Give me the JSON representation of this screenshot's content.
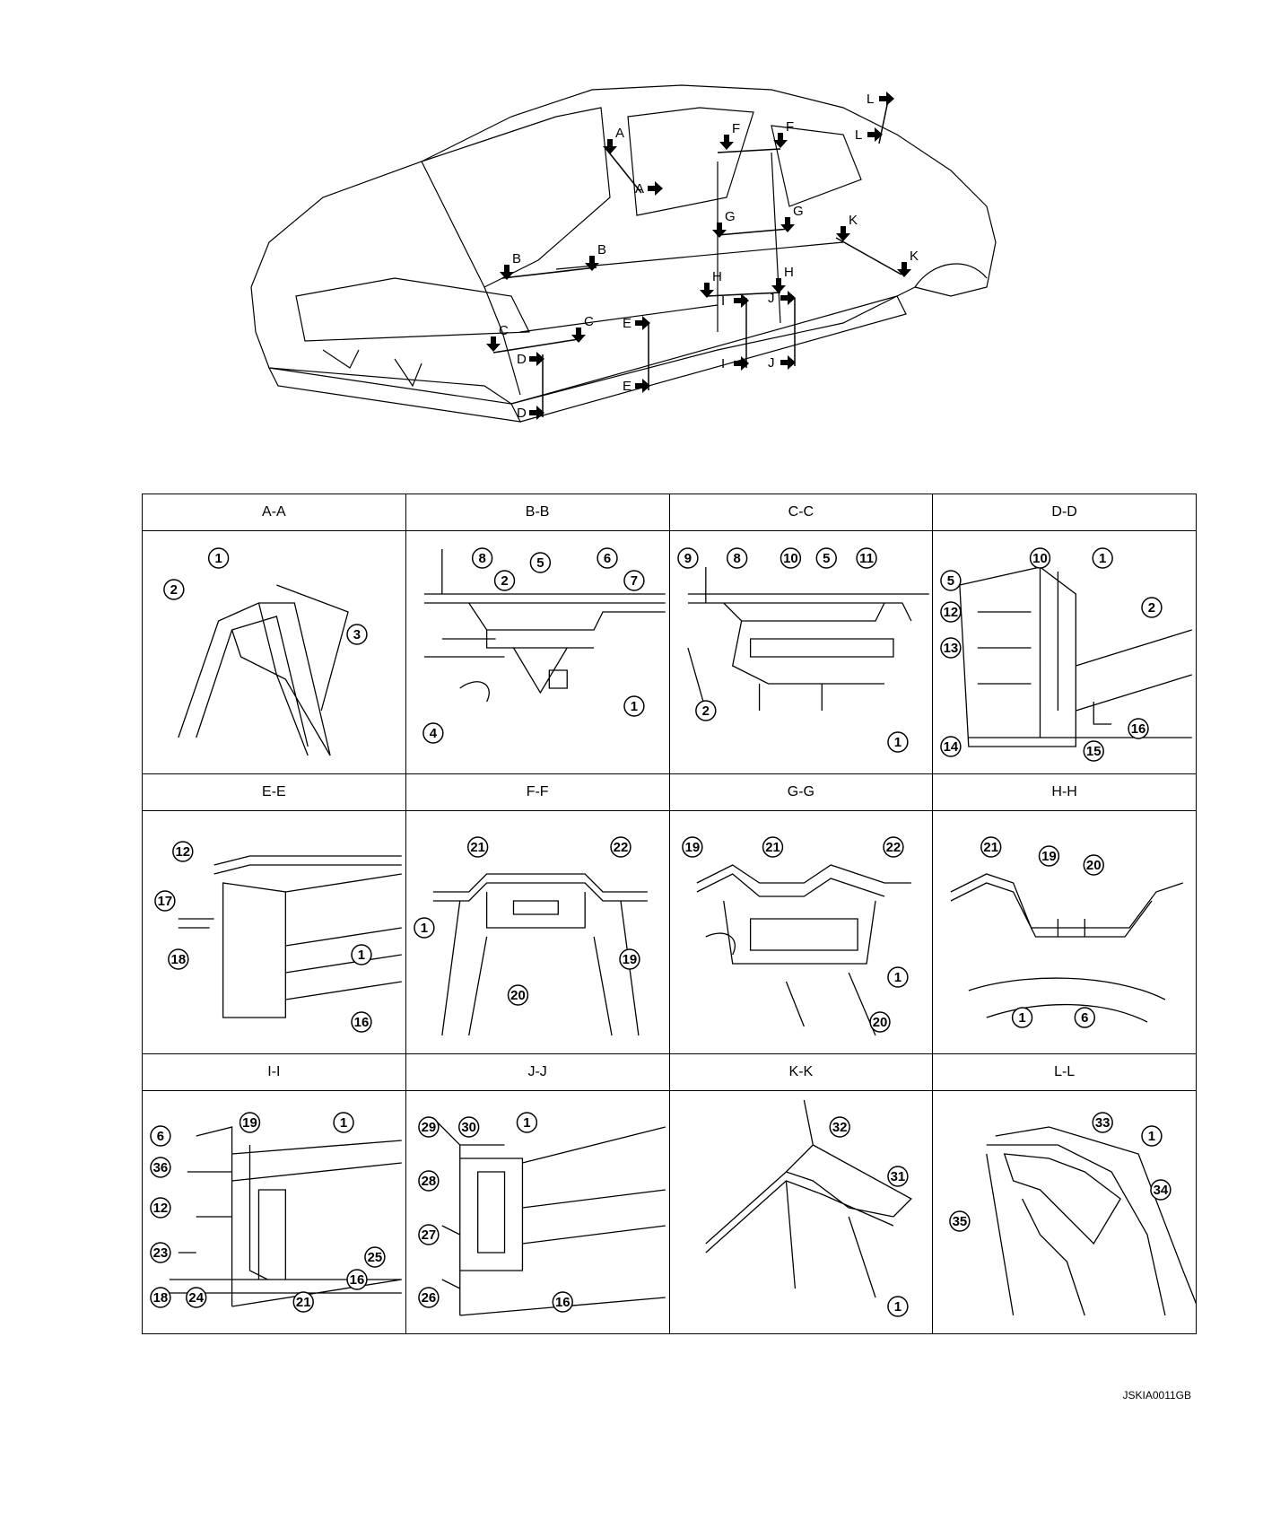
{
  "car_section_markers": [
    {
      "letter": "A"
    },
    {
      "letter": "A"
    },
    {
      "letter": "B"
    },
    {
      "letter": "B"
    },
    {
      "letter": "C"
    },
    {
      "letter": "C"
    },
    {
      "letter": "D"
    },
    {
      "letter": "D"
    },
    {
      "letter": "E"
    },
    {
      "letter": "E"
    },
    {
      "letter": "F"
    },
    {
      "letter": "F"
    },
    {
      "letter": "G"
    },
    {
      "letter": "G"
    },
    {
      "letter": "H"
    },
    {
      "letter": "H"
    },
    {
      "letter": "I"
    },
    {
      "letter": "I"
    },
    {
      "letter": "J"
    },
    {
      "letter": "J"
    },
    {
      "letter": "K"
    },
    {
      "letter": "K"
    },
    {
      "letter": "L"
    },
    {
      "letter": "L"
    }
  ],
  "sections": [
    {
      "title": "A-A",
      "callouts": [
        "1",
        "2",
        "3"
      ]
    },
    {
      "title": "B-B",
      "callouts": [
        "8",
        "2",
        "5",
        "6",
        "7",
        "4",
        "1"
      ]
    },
    {
      "title": "C-C",
      "callouts": [
        "9",
        "8",
        "10",
        "5",
        "11",
        "2",
        "1"
      ]
    },
    {
      "title": "D-D",
      "callouts": [
        "10",
        "1",
        "5",
        "2",
        "12",
        "13",
        "14",
        "15",
        "16"
      ]
    },
    {
      "title": "E-E",
      "callouts": [
        "12",
        "17",
        "18",
        "1",
        "16"
      ]
    },
    {
      "title": "F-F",
      "callouts": [
        "21",
        "22",
        "1",
        "19",
        "20"
      ]
    },
    {
      "title": "G-G",
      "callouts": [
        "19",
        "21",
        "22",
        "1",
        "20"
      ]
    },
    {
      "title": "H-H",
      "callouts": [
        "21",
        "19",
        "20",
        "1",
        "6"
      ]
    },
    {
      "title": "I-I",
      "callouts": [
        "19",
        "1",
        "6",
        "36",
        "12",
        "23",
        "25",
        "18",
        "24",
        "21",
        "16"
      ]
    },
    {
      "title": "J-J",
      "callouts": [
        "29",
        "30",
        "1",
        "28",
        "27",
        "26",
        "16"
      ]
    },
    {
      "title": "K-K",
      "callouts": [
        "32",
        "31",
        "1"
      ]
    },
    {
      "title": "L-L",
      "callouts": [
        "33",
        "1",
        "34",
        "35"
      ]
    }
  ],
  "figure_code": "JSKIA0011GB"
}
